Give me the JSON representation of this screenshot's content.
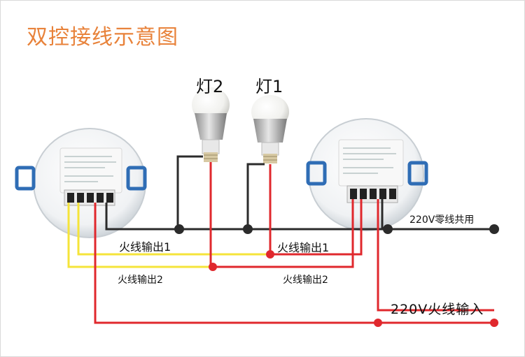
{
  "title": "双控接线示意图",
  "lamps": [
    {
      "label": "灯2"
    },
    {
      "label": "灯1"
    }
  ],
  "labels": {
    "neutral_shared": "220V零线共用",
    "live_output_1_left": "火线输出1",
    "live_output_1_right": "火线输出1",
    "live_output_2_left": "火线输出2",
    "live_output_2_right": "火线输出2",
    "live_input": "220V火线输入"
  },
  "colors": {
    "title": "#e8823a",
    "neutral_wire": "#2b2b2b",
    "live_wire": "#e0282d",
    "output_wire": "#f5e43a",
    "terminal_clip": "#2f6db5"
  }
}
